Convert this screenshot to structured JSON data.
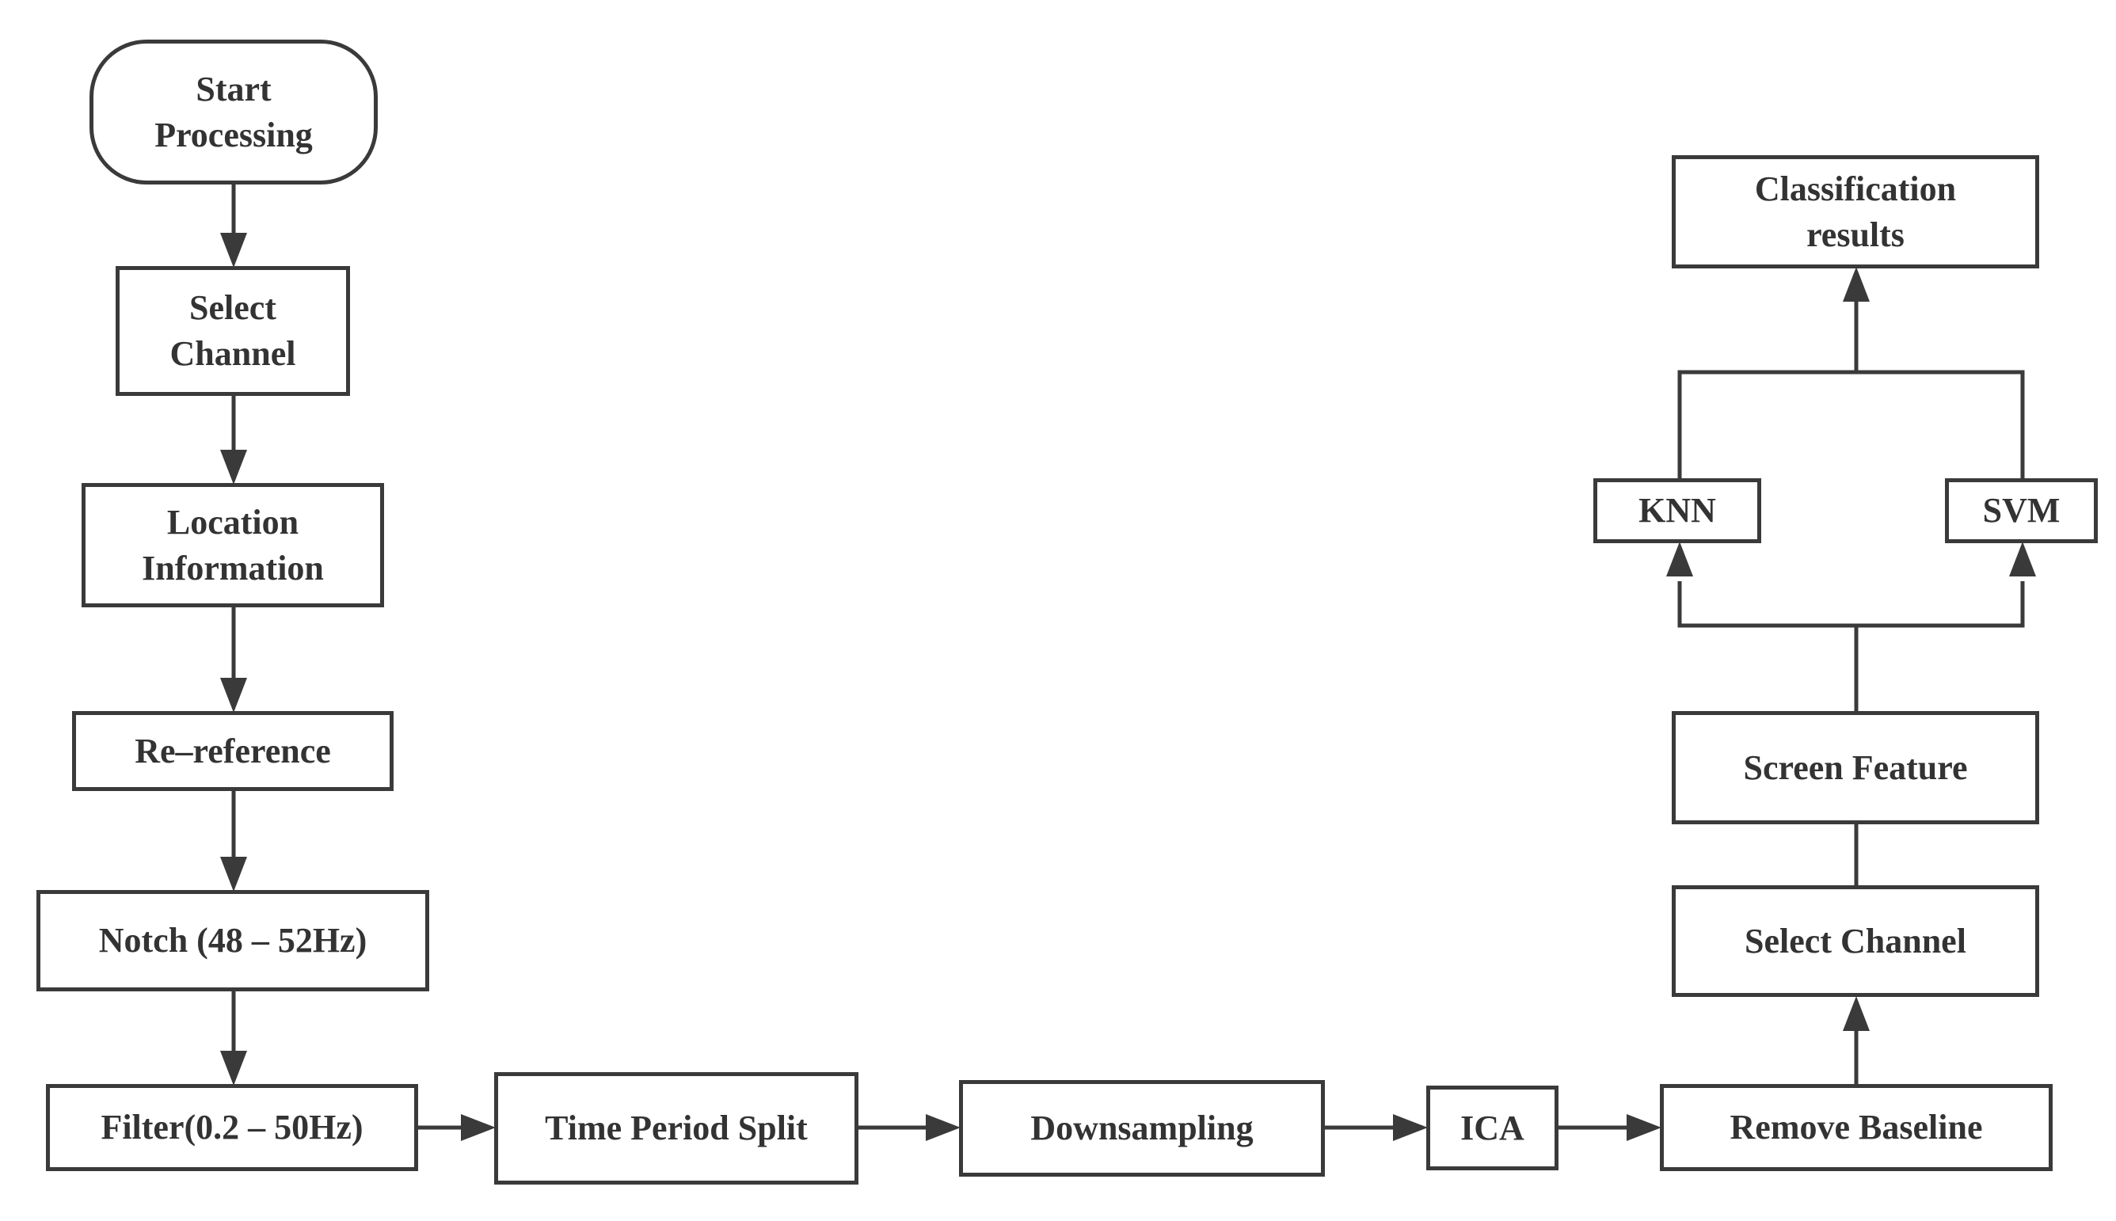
{
  "nodes": {
    "start": "Start\nProcessing",
    "select_channel_1": "Select\nChannel",
    "location_information": "Location\nInformation",
    "re_reference": "Re–reference",
    "notch": "Notch (48 – 52Hz)",
    "filter": "Filter(0.2 – 50Hz)",
    "time_period_split": "Time Period Split",
    "downsampling": "Downsampling",
    "ica": "ICA",
    "remove_baseline": "Remove Baseline",
    "select_channel_2": "Select Channel",
    "screen_feature": "Screen Feature",
    "knn": "KNN",
    "svm": "SVM",
    "classification_results": "Classification\nresults"
  },
  "edges": [
    {
      "from": "start",
      "to": "select_channel_1",
      "arrow": true
    },
    {
      "from": "select_channel_1",
      "to": "location_information",
      "arrow": true
    },
    {
      "from": "location_information",
      "to": "re_reference",
      "arrow": true
    },
    {
      "from": "re_reference",
      "to": "notch",
      "arrow": true
    },
    {
      "from": "notch",
      "to": "filter",
      "arrow": true
    },
    {
      "from": "filter",
      "to": "time_period_split",
      "arrow": true
    },
    {
      "from": "time_period_split",
      "to": "downsampling",
      "arrow": true
    },
    {
      "from": "downsampling",
      "to": "ica",
      "arrow": true
    },
    {
      "from": "ica",
      "to": "remove_baseline",
      "arrow": true
    },
    {
      "from": "remove_baseline",
      "to": "select_channel_2",
      "arrow": true
    },
    {
      "from": "select_channel_2",
      "to": "screen_feature",
      "arrow": false
    },
    {
      "from": "screen_feature",
      "to": "knn",
      "arrow": true
    },
    {
      "from": "screen_feature",
      "to": "svm",
      "arrow": true
    },
    {
      "from": "knn",
      "to": "classification_results",
      "arrow": true
    },
    {
      "from": "svm",
      "to": "classification_results",
      "arrow": true
    }
  ]
}
